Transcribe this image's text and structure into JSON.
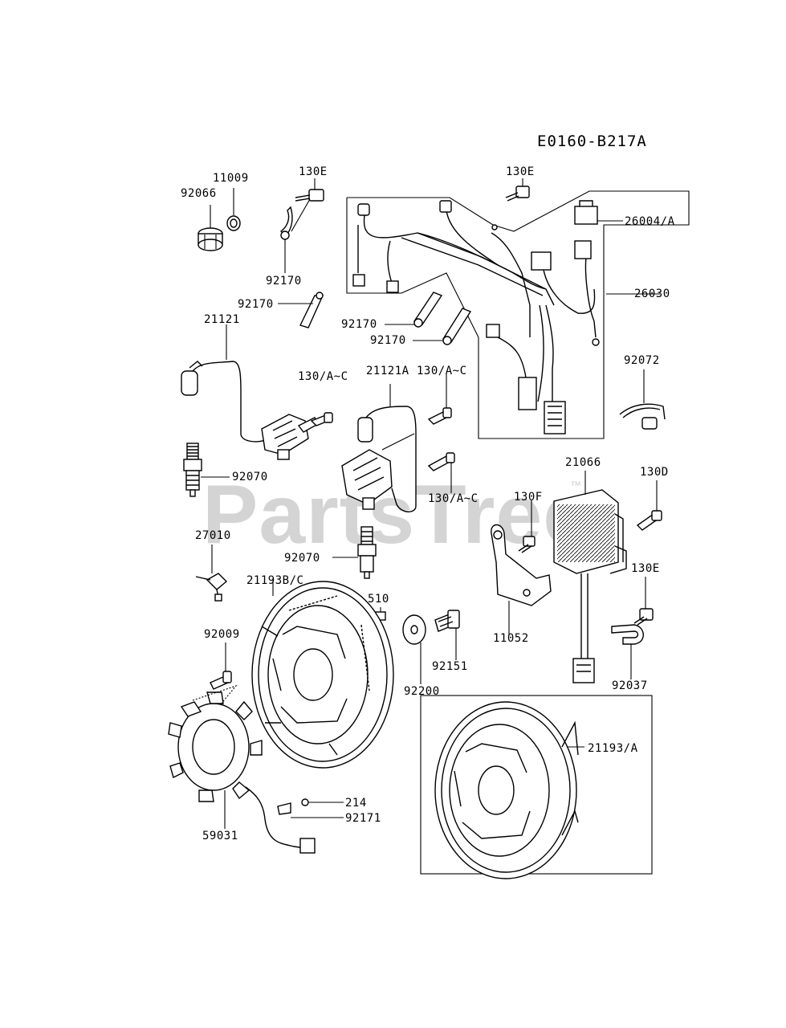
{
  "diagram_code": "E0160-B217A",
  "watermark": {
    "text": "PartsTree",
    "tm": "™"
  },
  "parts": [
    {
      "id": "p-92066",
      "text": "92066"
    },
    {
      "id": "p-11009",
      "text": "11009"
    },
    {
      "id": "p-130e-a",
      "text": "130E"
    },
    {
      "id": "p-92170-a",
      "text": "92170"
    },
    {
      "id": "p-92170-b",
      "text": "92170"
    },
    {
      "id": "p-21121",
      "text": "21121"
    },
    {
      "id": "p-130e-b",
      "text": "130E"
    },
    {
      "id": "p-26004a",
      "text": "26004/A"
    },
    {
      "id": "p-26030",
      "text": "26030"
    },
    {
      "id": "p-92170-c",
      "text": "92170"
    },
    {
      "id": "p-92170-d",
      "text": "92170"
    },
    {
      "id": "p-92072",
      "text": "92072"
    },
    {
      "id": "p-130ac-a",
      "text": "130/A~C"
    },
    {
      "id": "p-21121a",
      "text": "21121A"
    },
    {
      "id": "p-130ac-b",
      "text": "130/A~C"
    },
    {
      "id": "p-92070-a",
      "text": "92070"
    },
    {
      "id": "p-130ac-c",
      "text": "130/A~C"
    },
    {
      "id": "p-21066",
      "text": "21066"
    },
    {
      "id": "p-130d",
      "text": "130D"
    },
    {
      "id": "p-130f",
      "text": "130F"
    },
    {
      "id": "p-27010",
      "text": "27010"
    },
    {
      "id": "p-92070-b",
      "text": "92070"
    },
    {
      "id": "p-21193bc",
      "text": "21193B/C"
    },
    {
      "id": "p-510",
      "text": "510"
    },
    {
      "id": "p-130e-c",
      "text": "130E"
    },
    {
      "id": "p-11052",
      "text": "11052"
    },
    {
      "id": "p-92009",
      "text": "92009"
    },
    {
      "id": "p-92151",
      "text": "92151"
    },
    {
      "id": "p-92200",
      "text": "92200"
    },
    {
      "id": "p-92037",
      "text": "92037"
    },
    {
      "id": "p-21193a",
      "text": "21193/A"
    },
    {
      "id": "p-214",
      "text": "214"
    },
    {
      "id": "p-92171",
      "text": "92171"
    },
    {
      "id": "p-59031",
      "text": "59031"
    }
  ]
}
